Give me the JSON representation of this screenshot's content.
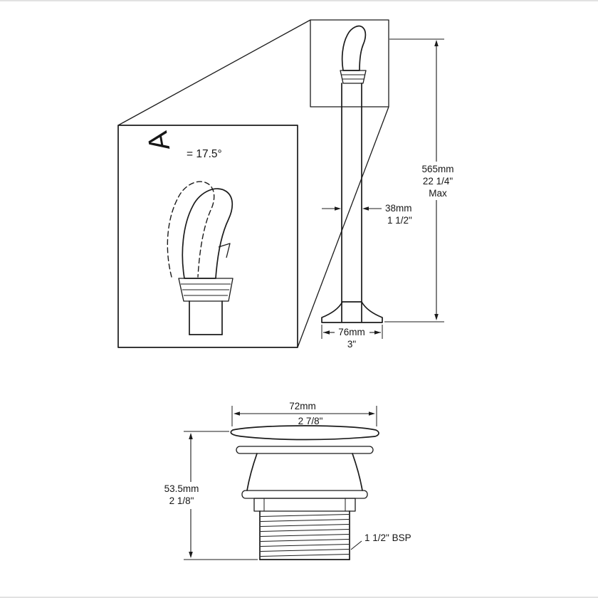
{
  "drawing": {
    "detail_view": {
      "angle_symbol": "A",
      "angle_value": "= 17.5°"
    },
    "dimensions": {
      "overall_height_mm": "565mm",
      "overall_height_in": "22 1/4\"",
      "overall_height_note": "Max",
      "pipe_diameter_mm": "38mm",
      "pipe_diameter_in": "1 1/2\"",
      "base_diameter_mm": "76mm",
      "base_diameter_in": "3\"",
      "flange_diameter_mm": "72mm",
      "flange_diameter_in": "2 7/8\"",
      "waste_height_mm": "53.5mm",
      "waste_height_in": "2 1/8\"",
      "thread_spec": "1 1/2\" BSP"
    }
  }
}
